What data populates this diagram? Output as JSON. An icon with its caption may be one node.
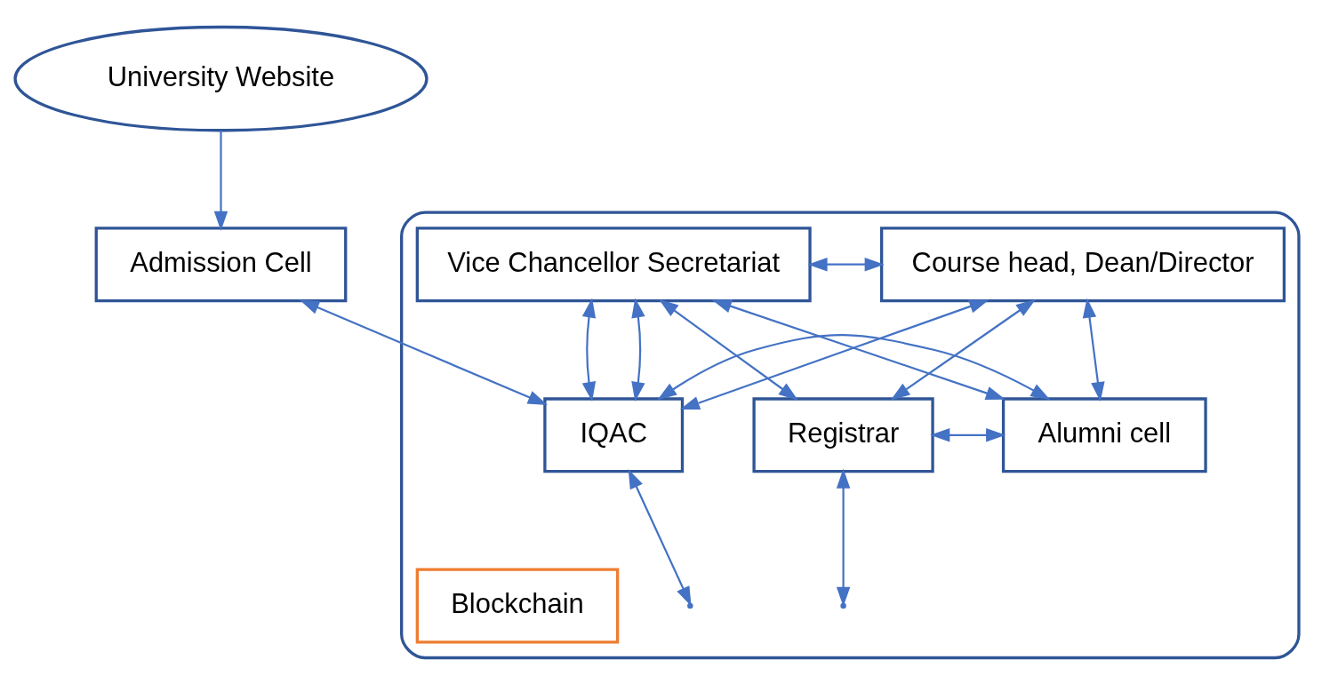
{
  "diagram": {
    "nodes": [
      {
        "text": [
          "University Website"
        ]
      },
      {
        "text": [
          "Admission Cell"
        ]
      },
      {
        "text": [],
        "shape": "cloud"
      },
      {
        "text": [
          "Course head, Dean/Director"
        ],
        "in": 2
      },
      {
        "text": [
          "Vice Chancellor Secretariat"
        ],
        "in": 2
      },
      {
        "text": [
          "IQAC"
        ],
        "in": 2
      },
      {
        "text": [
          "Alumni cell"
        ],
        "in": 2
      },
      {
        "text": [
          "Registrar"
        ],
        "in": 2
      },
      {
        "text": [
          "Blockchain"
        ],
        "in": 2
      }
    ],
    "edges": [
      {
        "from": 0,
        "to": 1,
        "arrow": "to"
      },
      {
        "from": 1,
        "to": 5,
        "arrow": "both"
      },
      {
        "from": 3,
        "to": 4,
        "arrow": "both"
      },
      {
        "from": 3,
        "to": 5,
        "arrow": "both"
      },
      {
        "from": 3,
        "to": 6,
        "arrow": "both"
      },
      {
        "from": 3,
        "to": 7,
        "arrow": "both"
      },
      {
        "from": 4,
        "to": 5,
        "arrow": "both"
      },
      {
        "from": 4,
        "to": 5,
        "arrow": "both"
      },
      {
        "from": 4,
        "to": 6,
        "arrow": "both"
      },
      {
        "from": 4,
        "to": 7,
        "arrow": "both"
      },
      {
        "from": 5,
        "to": 6,
        "arrow": "both"
      },
      {
        "from": 6,
        "to": 7,
        "arrow": "both"
      },
      {
        "from": 5,
        "to": null,
        "arrow": "both"
      },
      {
        "from": 7,
        "to": null,
        "arrow": "both"
      }
    ]
  }
}
